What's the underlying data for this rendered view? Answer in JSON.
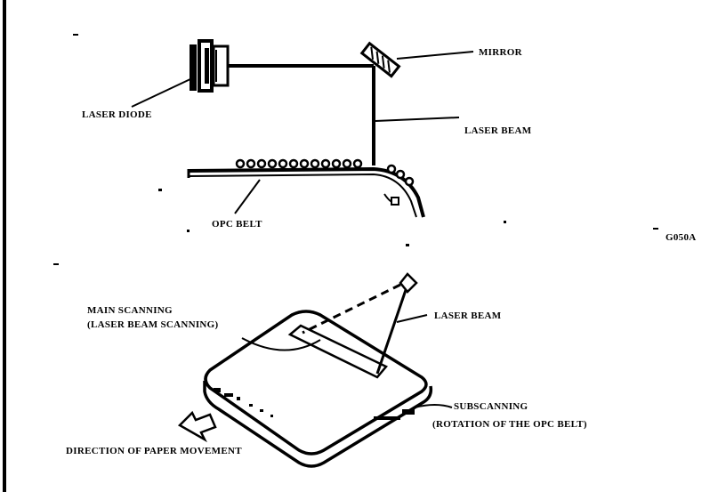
{
  "labels": {
    "laser_diode": "LASER DIODE",
    "mirror": "MIRROR",
    "laser_beam_top": "LASER BEAM",
    "opc_belt": "OPC BELT",
    "corner_code": "G050A",
    "main_scanning_line1": "MAIN SCANNING",
    "main_scanning_line2": "(LASER BEAM SCANNING)",
    "laser_beam_bottom": "LASER BEAM",
    "subscanning_line1": "SUBSCANNING",
    "subscanning_line2": "(ROTATION OF THE OPC BELT)",
    "paper_direction": "DIRECTION OF PAPER MOVEMENT"
  },
  "colors": {
    "ink": "#000000",
    "background": "#ffffff"
  }
}
